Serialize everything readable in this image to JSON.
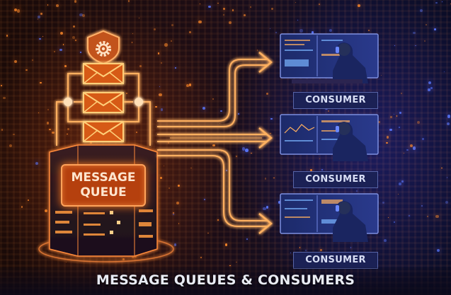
{
  "title": "MESSAGE QUEUES & CONSUMERS",
  "queue": {
    "label_line1": "MESSAGE",
    "label_line2": "QUEUE",
    "icons": [
      "shield-gear-icon",
      "envelope-icon",
      "envelope-icon",
      "envelope-icon"
    ]
  },
  "consumers": [
    {
      "label": "CONSUMER"
    },
    {
      "label": "CONSUMER"
    },
    {
      "label": "CONSUMER"
    }
  ],
  "colors": {
    "accent_orange": "#ff7a1f",
    "queue_fill": "#b5400e",
    "consumer_navy": "#1b2155",
    "consumer_border": "#5865a8",
    "title_text": "#e9ecf4"
  }
}
